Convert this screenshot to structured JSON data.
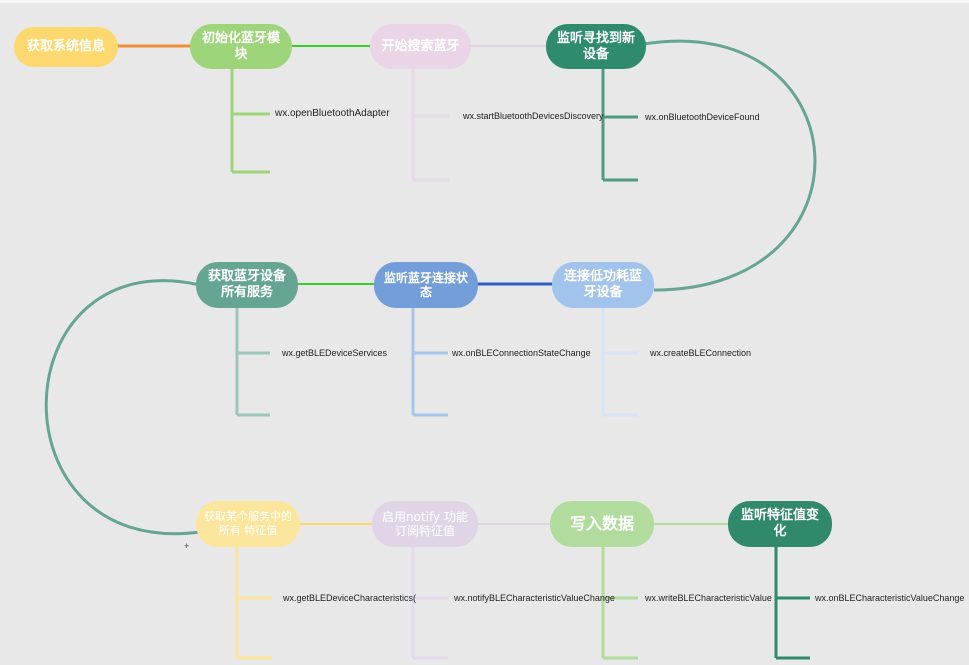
{
  "colors": {
    "background": "#e8e8e8",
    "node1": "#fcd86f",
    "node2": "#9fd57a",
    "node3": "#ead5e6",
    "node4": "#2e8b6e",
    "node5": "#a2c3eb",
    "node6": "#739ed9",
    "node7": "#66a594",
    "node8": "#fce59c",
    "node9": "#e0d5e6",
    "node10": "#b1dc9d",
    "node11": "#30896a",
    "link_orange": "#ee8f3a",
    "link_green": "#3bcc2f",
    "link_blue": "#2b5fc5",
    "link_lavender": "#e0d5e6"
  },
  "nodes": [
    {
      "id": "n1",
      "label": "获取系统信息"
    },
    {
      "id": "n2",
      "label": "初始化蓝牙模\n块"
    },
    {
      "id": "n3",
      "label": "开始搜索蓝牙"
    },
    {
      "id": "n4",
      "label": "监听寻找到新\n设备"
    },
    {
      "id": "n5",
      "label": "连接低功耗蓝\n牙设备"
    },
    {
      "id": "n6",
      "label": "监听蓝牙连接状态"
    },
    {
      "id": "n7",
      "label": "获取蓝牙设备\n所有服务"
    },
    {
      "id": "n8",
      "label": "获取某个服务中的\n所有 特征值"
    },
    {
      "id": "n9",
      "label": "启用notify 功能\n订阅特征值"
    },
    {
      "id": "n10",
      "label": "写入数据"
    },
    {
      "id": "n11",
      "label": "监听特征值变\n化"
    }
  ],
  "apis": [
    {
      "node": "n2",
      "text": "wx.openBluetoothAdapter"
    },
    {
      "node": "n3",
      "text": "wx.startBluetoothDevicesDiscovery"
    },
    {
      "node": "n4",
      "text": "wx.onBluetoothDeviceFound"
    },
    {
      "node": "n5",
      "text": "wx.createBLEConnection"
    },
    {
      "node": "n6",
      "text": "wx.onBLEConnectionStateChange"
    },
    {
      "node": "n7",
      "text": "wx.getBLEDeviceServices"
    },
    {
      "node": "n8",
      "text": "wx.getBLEDeviceCharacteristics("
    },
    {
      "node": "n9",
      "text": "wx.notifyBLECharacteristicValueChange"
    },
    {
      "node": "n10",
      "text": "wx.writeBLECharacteristicValue"
    },
    {
      "node": "n11",
      "text": "wx.onBLECharacteristicValueChange"
    }
  ],
  "stray_mark": "+"
}
